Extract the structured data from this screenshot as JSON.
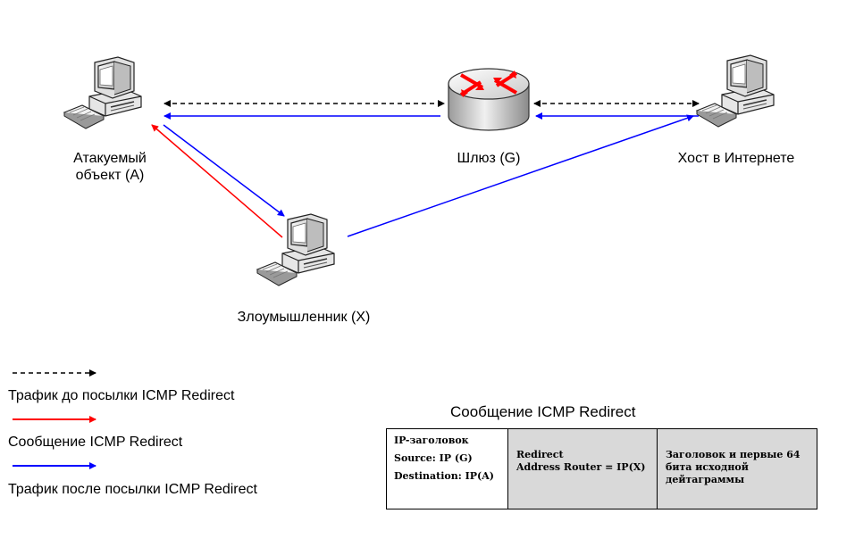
{
  "nodes": {
    "victim": {
      "label_line1": "Атакуемый",
      "label_line2": "объект (А)"
    },
    "gateway": {
      "label": "Шлюз (G)"
    },
    "internet_host": {
      "label": "Хост в Интернете"
    },
    "attacker": {
      "label": "Злоумышленник (X)"
    }
  },
  "legend": {
    "before": "Трафик до посылки ICMP Redirect",
    "message": "Сообщение  ICMP Redirect",
    "after": "Трафик после посылки ICMP Redirect"
  },
  "icmp_message": {
    "title": "Сообщение ICMP Redirect",
    "ip_header": "IP-заголовок",
    "source": "Source: IP (G)",
    "destination": "Destination: IP(A)",
    "redirect": "Redirect",
    "address_router": "Address Router = IP(X)",
    "payload": "Заголовок и первые 64 бита исходной дейтаграммы"
  },
  "colors": {
    "before_traffic": "#000000",
    "icmp_message": "#ff0000",
    "after_traffic": "#0000ff",
    "cell_fill": "#d9d9d9"
  }
}
